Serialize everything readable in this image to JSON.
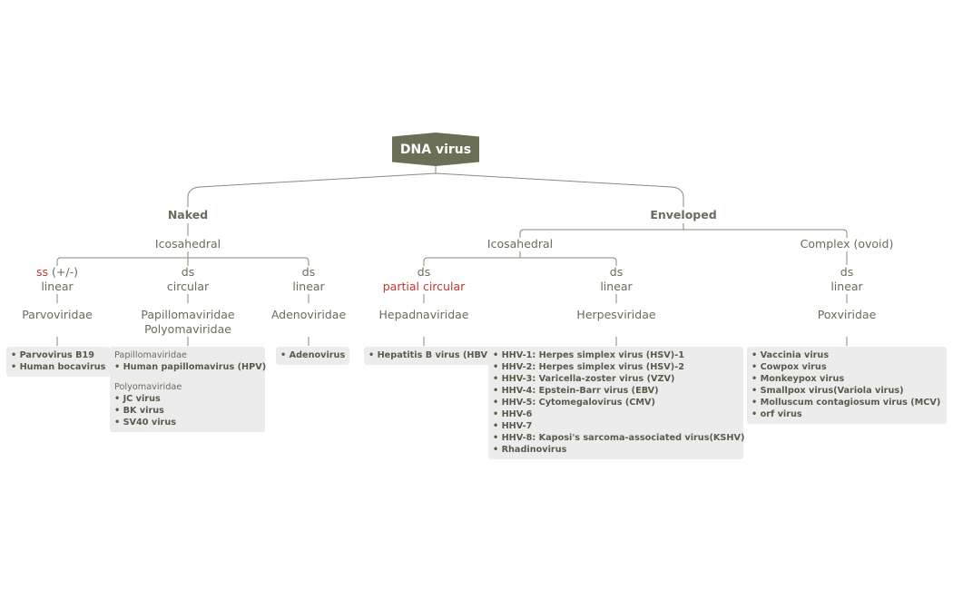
{
  "root": "DNA virus",
  "branches": {
    "naked": {
      "label": "Naked",
      "symmetry": "Icosahedral",
      "families": [
        {
          "strand_red": "ss",
          "strand_rest": " (+/-)",
          "shape": "linear",
          "name": "Parvoviridae",
          "viruses": [
            "Parvovirus B19",
            "Human bocavirus"
          ]
        },
        {
          "strand": "ds",
          "shape": "circular",
          "name": "Papillomaviridae",
          "name2": "Polyomaviridae",
          "group1_title": "Papillomaviridae",
          "group1": [
            "Human papillomavirus (HPV)"
          ],
          "group2_title": "Polyomaviridae",
          "group2": [
            "JC virus",
            "BK virus",
            "SV40 virus"
          ]
        },
        {
          "strand": "ds",
          "shape": "linear",
          "name": "Adenoviridae",
          "viruses": [
            "Adenovirus"
          ]
        }
      ]
    },
    "enveloped": {
      "label": "Enveloped",
      "icosahedral": "Icosahedral",
      "complex": "Complex (ovoid)",
      "families": [
        {
          "strand": "ds",
          "shape": "partial circular",
          "name": "Hepadnaviridae",
          "viruses": [
            "Hepatitis B virus (HBV)"
          ]
        },
        {
          "strand": "ds",
          "shape": "linear",
          "name": "Herpesviridae",
          "viruses": [
            "HHV-1: Herpes simplex virus (HSV)-1",
            "HHV-2: Herpes simplex virus (HSV)-2",
            "HHV-3: Varicella-zoster virus (VZV)",
            "HHV-4: Epstein-Barr virus (EBV)",
            "HHV-5: Cytomegalovirus (CMV)",
            "HHV-6",
            "HHV-7",
            "HHV-8: Kaposi's sarcoma-associated virus(KSHV)",
            "Rhadinovirus"
          ]
        },
        {
          "strand": "ds",
          "shape": "linear",
          "name": "Poxviridae",
          "viruses": [
            "Vaccinia virus",
            "Cowpox virus",
            "Monkeypox virus",
            "Smallpox  virus(Variola virus)",
            "Molluscum contagiosum virus (MCV)",
            "orf virus"
          ]
        }
      ]
    }
  },
  "colors": {
    "root_bg": "#6b6f55",
    "text": "#6b6b5c",
    "highlight": "#c0392b",
    "box_bg": "#ececec",
    "line": "#8a8a7a"
  }
}
